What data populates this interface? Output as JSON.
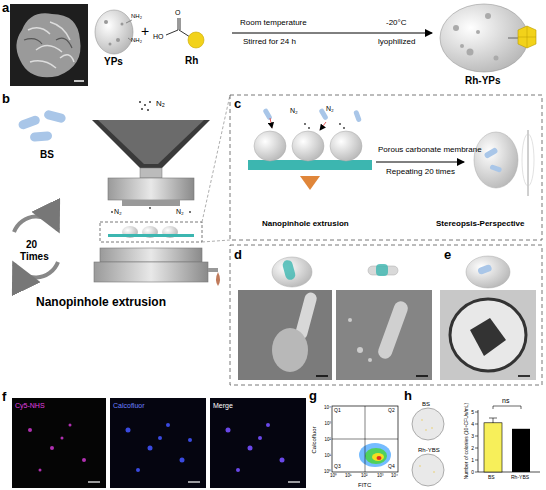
{
  "diagram": {
    "labels": [
      "a",
      "NH₂",
      "NH₂",
      "YPs",
      "+",
      "HO",
      "O",
      "Rh",
      "Room temperature",
      "Stirred for 24 h",
      "-20°C",
      "lyophilized",
      "Rh-YPs",
      "b",
      "N₂",
      "BS",
      "N₂",
      "N₂",
      "20",
      "Times",
      "Nanopinhole extrusion",
      "c",
      "N₂",
      "N₂",
      "Porous carbonate membrane",
      "Repeating 20 times",
      "Nanopinhole extrusion",
      "Stereopsis-Perspective",
      "d",
      "e",
      "f",
      "Cy5-NHS",
      "Calcofluor",
      "Merge",
      "g",
      "Calcofluor",
      "FITC",
      "10⁰",
      "10¹",
      "10²",
      "10³",
      "10⁴",
      "10⁰",
      "10¹",
      "10²",
      "10³",
      "10⁴",
      "Q1",
      "Q2",
      "Q3",
      "Q4",
      "h",
      "BS",
      "Rh-YBS",
      "ns",
      "Number of colonies (10⁸CFUs/mL)",
      "0",
      "1",
      "2",
      "3",
      "4",
      "5",
      "BS",
      "Rh-YBS"
    ]
  }
}
